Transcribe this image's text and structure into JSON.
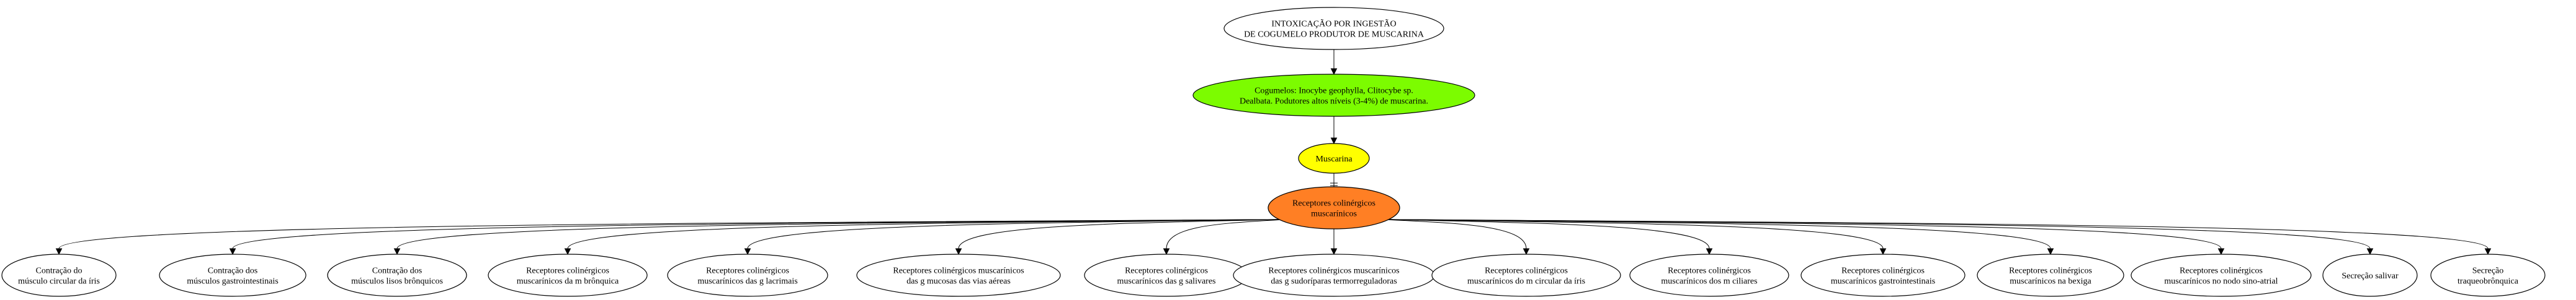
{
  "colors": {
    "root": "#ffffff",
    "source": "#7cfc00",
    "agent": "#ffff00",
    "receptor": "#ff7f24",
    "effect": "#ffffff",
    "edge": "#000000"
  },
  "nodes": [
    {
      "id": "root",
      "role": "root",
      "lines": [
        "INTOXICAÇÃO POR INGESTÃO",
        "DE COGUMELO PRODUTOR DE MUSCARINA"
      ]
    },
    {
      "id": "source",
      "role": "source",
      "lines": [
        "Cogumelos: Inocybe geophylla, Clitocybe sp.",
        "Dealbata. Podutores altos níveis (3-4%) de muscarina."
      ]
    },
    {
      "id": "agent",
      "role": "agent",
      "lines": [
        "Muscarina"
      ]
    },
    {
      "id": "receptor",
      "role": "receptor",
      "lines": [
        "Receptores colinérgicos",
        "muscarínicos"
      ]
    },
    {
      "id": "e1",
      "role": "effect",
      "lines": [
        "Contração do",
        "músculo circular da íris"
      ]
    },
    {
      "id": "e2",
      "role": "effect",
      "lines": [
        "Contração dos",
        "músculos gastrointestinais"
      ]
    },
    {
      "id": "e3",
      "role": "effect",
      "lines": [
        "Contração dos",
        "músculos lisos brônquicos"
      ]
    },
    {
      "id": "e4",
      "role": "effect",
      "lines": [
        "Receptores colinérgicos",
        "muscarínicos da m brônquica"
      ]
    },
    {
      "id": "e5",
      "role": "effect",
      "lines": [
        "Receptores colinérgicos",
        "muscarínicos das g lacrimais"
      ]
    },
    {
      "id": "e6",
      "role": "effect",
      "lines": [
        "Receptores colinérgicos muscarínicos",
        "das g mucosas das vias aéreas"
      ]
    },
    {
      "id": "e7",
      "role": "effect",
      "lines": [
        "Receptores colinérgicos",
        "muscarínicos das g salivares"
      ]
    },
    {
      "id": "e8",
      "role": "effect",
      "lines": [
        "Receptores colinérgicos muscarínicos",
        "das g sudoríparas termorreguladoras"
      ]
    },
    {
      "id": "e9",
      "role": "effect",
      "lines": [
        "Receptores colinérgicos",
        "muscarínicos do m circular da íris"
      ]
    },
    {
      "id": "e10",
      "role": "effect",
      "lines": [
        "Receptores colinérgicos",
        "muscarínicos dos m ciliares"
      ]
    },
    {
      "id": "e11",
      "role": "effect",
      "lines": [
        "Receptores colinérgicos",
        "muscarínicos gastrointestinais"
      ]
    },
    {
      "id": "e12",
      "role": "effect",
      "lines": [
        "Receptores colinérgicos",
        "muscarínicos na bexiga"
      ]
    },
    {
      "id": "e13",
      "role": "effect",
      "lines": [
        "Receptores colinérgicos",
        "muscarínicos no nodo sino-atrial"
      ]
    },
    {
      "id": "e14",
      "role": "effect",
      "lines": [
        "Secreção salivar"
      ]
    },
    {
      "id": "e15",
      "role": "effect",
      "lines": [
        "Secreção",
        "traqueobrônquica"
      ]
    }
  ],
  "edges": [
    {
      "from": "root",
      "to": "source",
      "style": "normal"
    },
    {
      "from": "source",
      "to": "agent",
      "style": "normal"
    },
    {
      "from": "agent",
      "to": "receptor",
      "style": "tee"
    },
    {
      "from": "receptor",
      "to": "e1",
      "style": "normal"
    },
    {
      "from": "receptor",
      "to": "e2",
      "style": "normal"
    },
    {
      "from": "receptor",
      "to": "e3",
      "style": "normal"
    },
    {
      "from": "receptor",
      "to": "e4",
      "style": "normal"
    },
    {
      "from": "receptor",
      "to": "e5",
      "style": "normal"
    },
    {
      "from": "receptor",
      "to": "e6",
      "style": "normal"
    },
    {
      "from": "receptor",
      "to": "e7",
      "style": "normal"
    },
    {
      "from": "receptor",
      "to": "e8",
      "style": "normal"
    },
    {
      "from": "receptor",
      "to": "e9",
      "style": "normal"
    },
    {
      "from": "receptor",
      "to": "e10",
      "style": "normal"
    },
    {
      "from": "receptor",
      "to": "e11",
      "style": "normal"
    },
    {
      "from": "receptor",
      "to": "e12",
      "style": "normal"
    },
    {
      "from": "receptor",
      "to": "e13",
      "style": "normal"
    },
    {
      "from": "receptor",
      "to": "e14",
      "style": "normal"
    },
    {
      "from": "receptor",
      "to": "e15",
      "style": "normal"
    }
  ]
}
